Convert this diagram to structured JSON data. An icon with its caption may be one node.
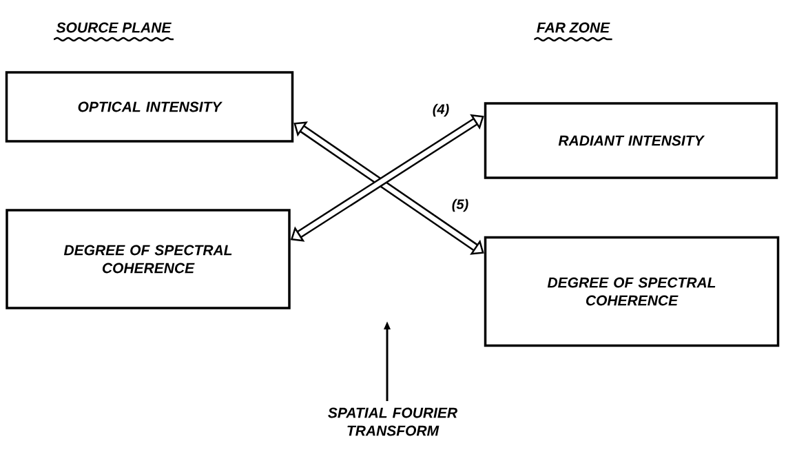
{
  "diagram": {
    "nodes": [
      {
        "text": [
          "OPTICAL INTENSITY"
        ]
      },
      {
        "text": [
          "RADIANT INTENSITY"
        ]
      },
      {
        "text": [
          "DEGREE OF SPECTRAL COHERENCE"
        ]
      },
      {
        "text": [
          "DEGREE OF SPECTRAL COHERENCE"
        ]
      },
      {
        "text": [
          "SPATIAL FOURIER TRANSFORM"
        ]
      }
    ],
    "edges": [
      {
        "from": 0,
        "to": 3,
        "arrow": "both",
        "label": "(5)"
      },
      {
        "from": 2,
        "to": 1,
        "arrow": "both",
        "label": "(4)"
      },
      {
        "from": 4,
        "to": null,
        "arrow": "to"
      }
    ],
    "labels": [
      "SOURCE PLANE",
      "FAR ZONE"
    ]
  }
}
